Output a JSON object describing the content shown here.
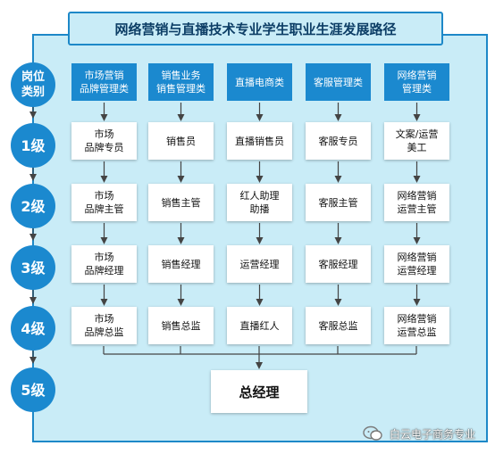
{
  "title": "网络营销与直播技术专业学生职业生涯发展路径",
  "category_label": "岗位\n类别",
  "levels": [
    "1级",
    "2级",
    "3级",
    "4级",
    "5级"
  ],
  "columns": [
    {
      "header": "市场营销\n品牌管理类",
      "roles": [
        "市场\n品牌专员",
        "市场\n品牌主管",
        "市场\n品牌经理",
        "市场\n品牌总监"
      ]
    },
    {
      "header": "销售业务\n销售管理类",
      "roles": [
        "销售员",
        "销售主管",
        "销售经理",
        "销售总监"
      ]
    },
    {
      "header": "直播电商类",
      "roles": [
        "直播销售员",
        "红人助理\n助播",
        "运营经理",
        "直播红人"
      ]
    },
    {
      "header": "客服管理类",
      "roles": [
        "客服专员",
        "客服主管",
        "客服经理",
        "客服总监"
      ]
    },
    {
      "header": "网络营销\n管理类",
      "roles": [
        "文案/运营\n美工",
        "网络营销\n运营主管",
        "网络营销\n运营经理",
        "网络营销\n运营总监"
      ]
    }
  ],
  "top_role": "总经理",
  "watermark": "白云电子商务专业",
  "colors": {
    "accent": "#1b89cf",
    "panel": "#c9ecf7",
    "border": "#1d88c8",
    "title_text": "#0d3e66"
  }
}
